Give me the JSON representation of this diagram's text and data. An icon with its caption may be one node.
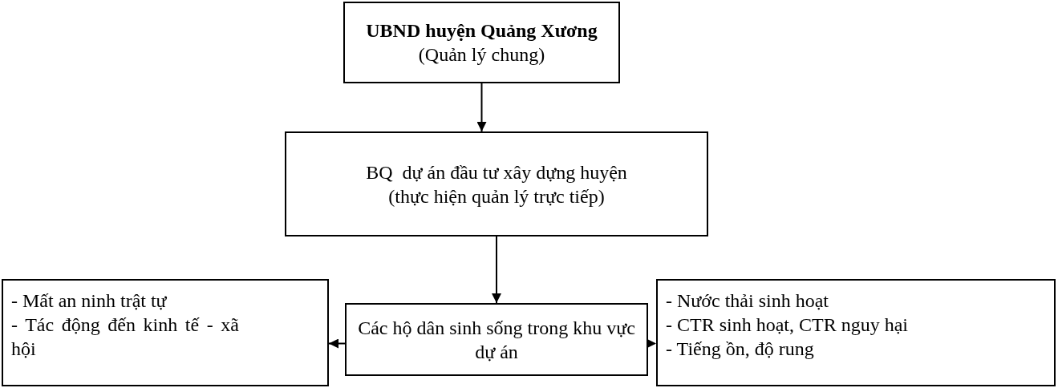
{
  "diagram": {
    "nodes": [
      {
        "text": [
          "UBND huyện Quảng Xương",
          "(Quản lý chung)"
        ]
      },
      {
        "text": [
          "BQ  dự án đầu tư xây dựng huyện",
          "(thực hiện quản lý trực tiếp)"
        ]
      },
      {
        "text": [
          "Các hộ dân sinh sống trong khu vực dự án"
        ]
      },
      {
        "text": [
          "- Mất an ninh trật tự",
          "- Tác động đến kinh tế - xã hội"
        ]
      },
      {
        "text": [
          "- Nước thải sinh hoạt",
          "- CTR sinh hoạt, CTR nguy hại",
          "- Tiếng ồn, độ rung"
        ]
      }
    ],
    "edges": [
      {
        "from": 0,
        "to": 1,
        "arrow": "to"
      },
      {
        "from": 1,
        "to": 2,
        "arrow": "to"
      },
      {
        "from": 2,
        "to": 3,
        "arrow": "to",
        "style": "dashed"
      },
      {
        "from": 2,
        "to": 4,
        "arrow": "to",
        "style": "dashed"
      }
    ]
  }
}
